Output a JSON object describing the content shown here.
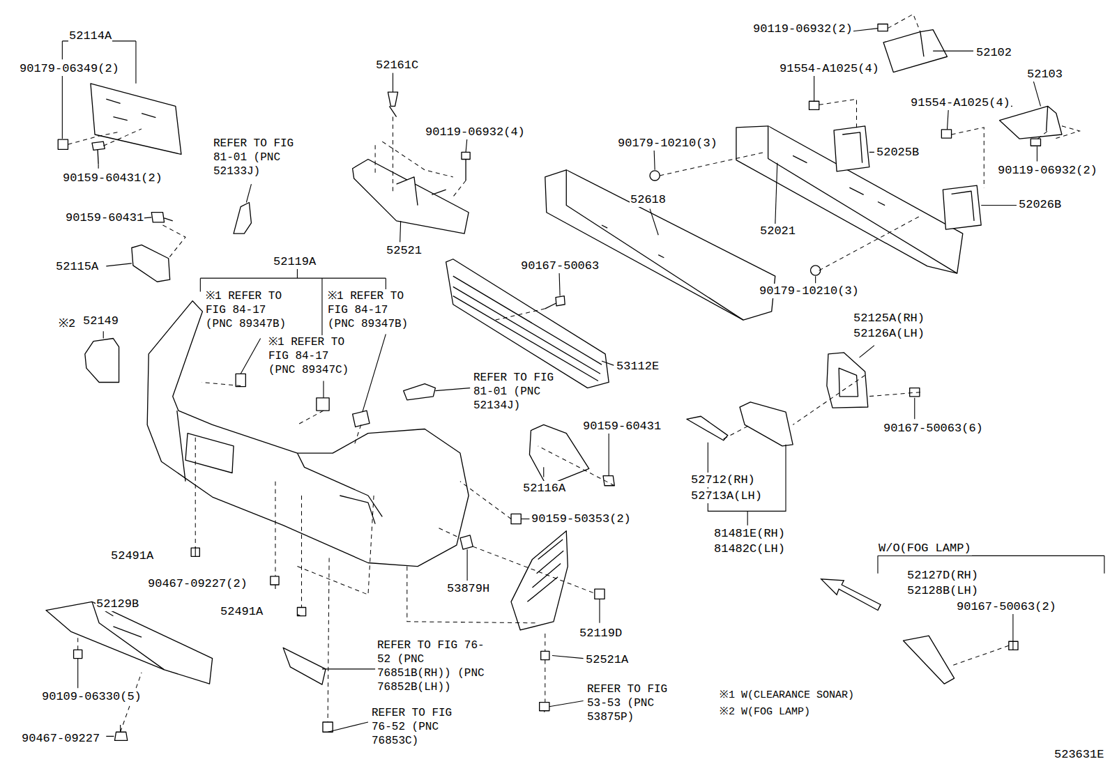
{
  "diagram": {
    "labels": [
      "52114A",
      "90179-06349(2)",
      "90159-60431(2)",
      "REFER TO FIG 81-01 (PNC 52133J)",
      "90159-60431",
      "52115A",
      "※2",
      "52149",
      "52119A",
      "※1 REFER TO FIG 84-17 (PNC 89347B)",
      "※1 REFER TO FIG 84-17 (PNC 89347B)",
      "※1 REFER TO FIG 84-17 (PNC 89347C)",
      "52161C",
      "90119-06932(4)",
      "52521",
      "90167-50063",
      "REFER TO FIG 81-01 (PNC 52134J)",
      "53112E",
      "90159-60431",
      "52116A",
      "90159-50353(2)",
      "52491A",
      "90467-09227(2)",
      "52491A",
      "52129B",
      "90109-06330(5)",
      "90467-09227",
      "REFER TO FIG 76-52 (PNC 76851B(RH)) (PNC 76852B(LH))",
      "REFER TO FIG 76-52 (PNC 76853C)",
      "53879H",
      "52119D",
      "52521A",
      "REFER TO FIG 53-53 (PNC 53875P)",
      "90119-06932(2)",
      "52102",
      "91554-A1025(4)",
      "52103",
      "91554-A1025(4)",
      "90179-10210(3)",
      "52025B",
      "90119-06932(2)",
      "52618",
      "52026B",
      "52021",
      "90179-10210(3)",
      "52125A(RH)",
      "52126A(LH)",
      "90167-50063(6)",
      "52712(RH)",
      "52713A(LH)",
      "81481E(RH)",
      "81482C(LH)",
      "W/O(FOG LAMP)",
      "52127D(RH)",
      "52128B(LH)",
      "90167-50063(2)",
      "※1 W(CLEARANCE SONAR)",
      "※2 W(FOG LAMP)",
      "523631E"
    ]
  }
}
